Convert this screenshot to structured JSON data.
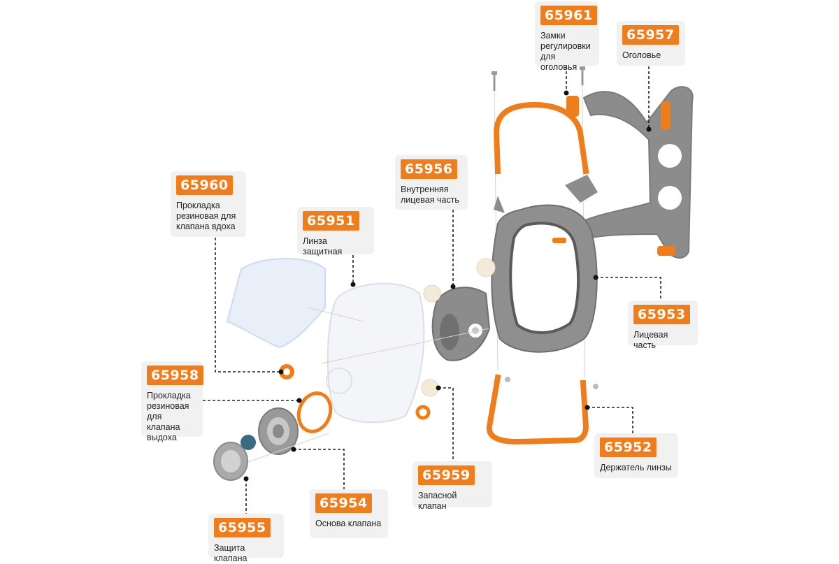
{
  "colors": {
    "accent": "#ee7d1e",
    "grey_part": "#8c8c8c",
    "panel": "#f1f1f1"
  },
  "callouts": [
    {
      "id": "c65961",
      "code": "65961",
      "label": "Замки\nрегулировки\nдля оголовья"
    },
    {
      "id": "c65957",
      "code": "65957",
      "label": "Оголовье"
    },
    {
      "id": "c65960",
      "code": "65960",
      "label": "Прокладка\nрезиновая для\nклапана вдоха"
    },
    {
      "id": "c65951",
      "code": "65951",
      "label": "Линза защитная"
    },
    {
      "id": "c65956",
      "code": "65956",
      "label": "Внутренняя\nлицевая часть"
    },
    {
      "id": "c65953",
      "code": "65953",
      "label": "Лицевая часть"
    },
    {
      "id": "c65958",
      "code": "65958",
      "label": "Прокладка\nрезиновая\nдля клапана\nвыдоха"
    },
    {
      "id": "c65952",
      "code": "65952",
      "label": "Держатель линзы"
    },
    {
      "id": "c65959",
      "code": "65959",
      "label": "Запасной клапан"
    },
    {
      "id": "c65954",
      "code": "65954",
      "label": "Основа клапана"
    },
    {
      "id": "c65955",
      "code": "65955",
      "label": "Защита клапана"
    }
  ]
}
